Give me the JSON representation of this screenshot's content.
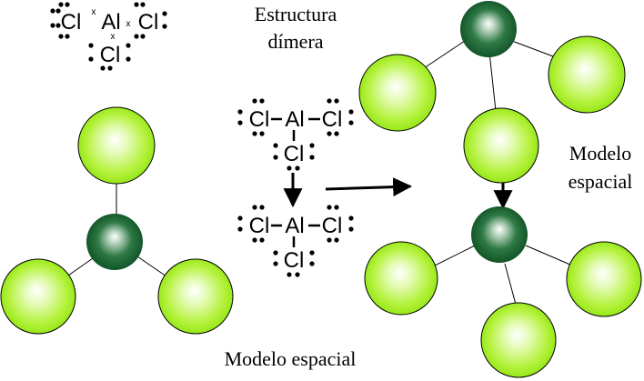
{
  "labels": {
    "dimer_structure_line1": "Estructura",
    "dimer_structure_line2": "dímera",
    "spatial_model_right_line1": "Modelo",
    "spatial_model_right_line2": "espacial",
    "spatial_model_bottom": "Modelo espacial"
  },
  "lewis_monomer": {
    "left_atom": "Cl",
    "center_atom": "Al",
    "right_atom": "Cl",
    "bottom_atom": "Cl",
    "shared_electron_mark": "x"
  },
  "lewis_dimer_top": {
    "left_atom": "Cl",
    "center_atom": "Al",
    "right_atom": "Cl",
    "bottom_atom": "Cl"
  },
  "lewis_dimer_bottom": {
    "left_atom": "Cl",
    "center_atom": "Al",
    "right_atom": "Cl",
    "bottom_atom": "Cl"
  },
  "colors": {
    "chlorine_sphere": "#99ee11",
    "aluminum_sphere": "#0f5a2a",
    "outline": "#000000",
    "background": "#ffffff"
  }
}
